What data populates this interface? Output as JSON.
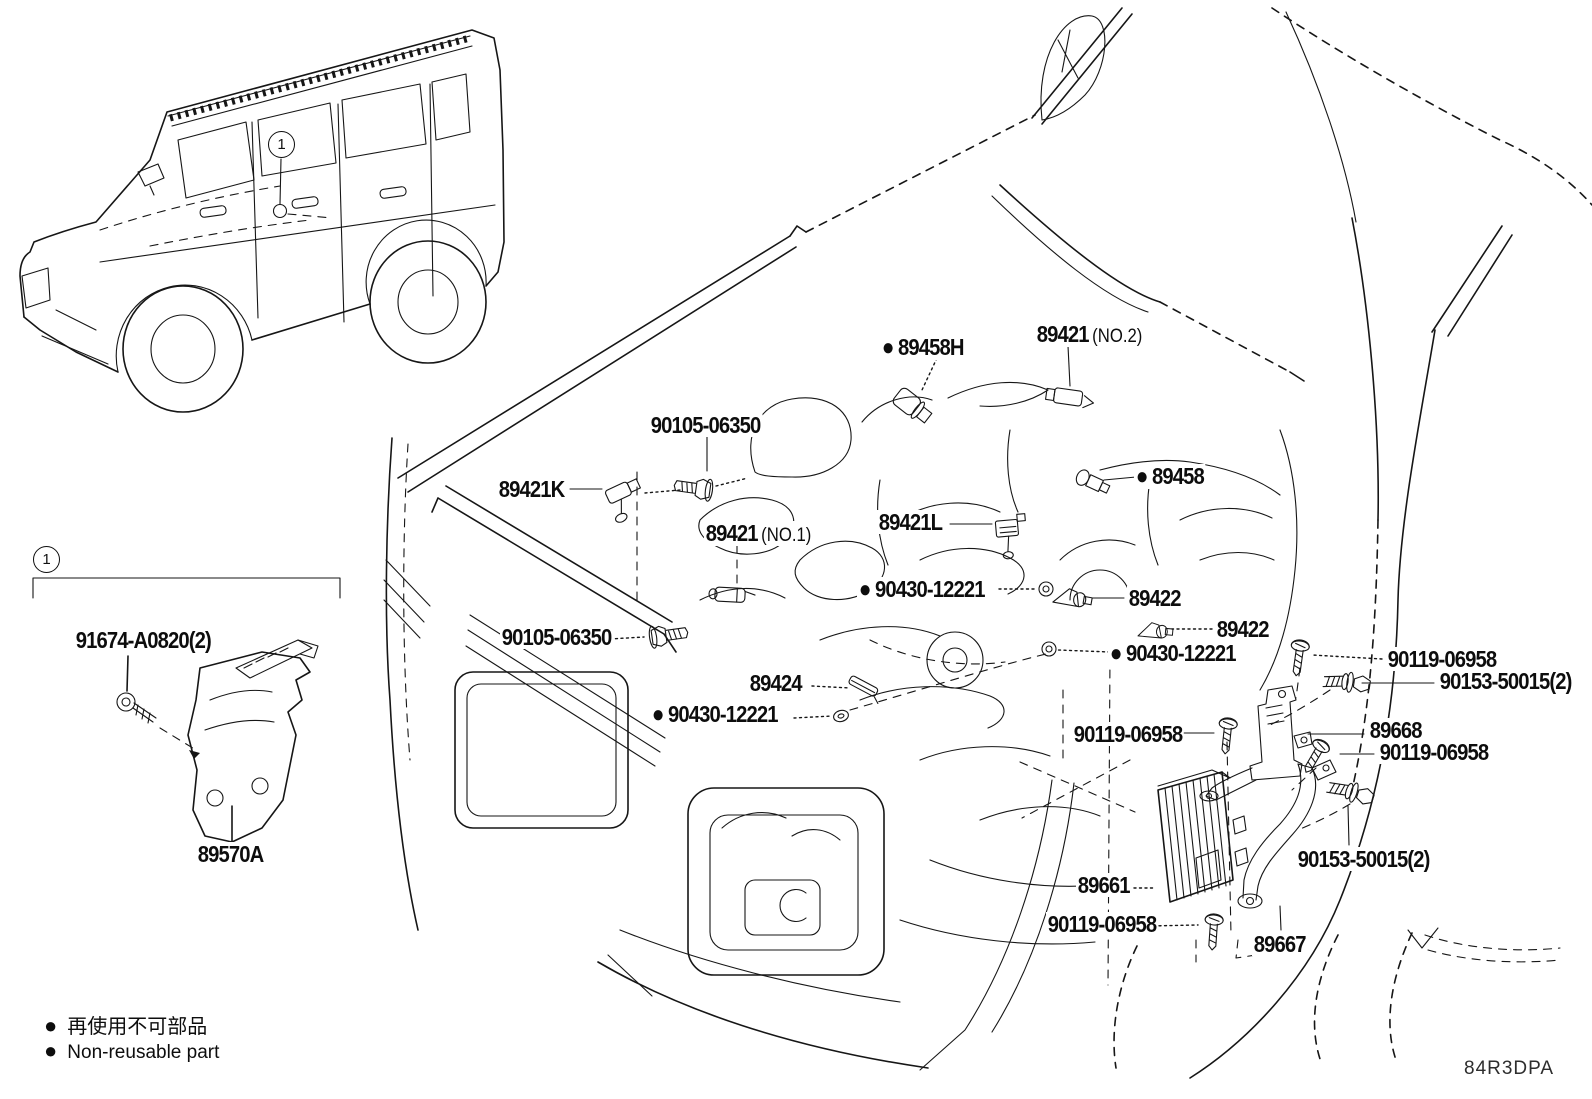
{
  "diagram": {
    "code": "84R3DPA"
  },
  "legend": {
    "bullet": "●",
    "jp": "再使用不可部品",
    "en": "Non-reusable part"
  },
  "callouts": {
    "vehicle": "1",
    "detail": "1"
  },
  "parts": {
    "p89458H": {
      "bullet": "●",
      "num": "89458H"
    },
    "p89421_no2": {
      "num": "89421",
      "qual": "(NO.2)"
    },
    "p90105_top": {
      "num": "90105-06350"
    },
    "p89421K": {
      "num": "89421K"
    },
    "p89458": {
      "bullet": "●",
      "num": "89458"
    },
    "p89421_no1": {
      "num": "89421",
      "qual": "(NO.1)"
    },
    "p89421L": {
      "num": "89421L"
    },
    "p90430_a": {
      "bullet": "●",
      "num": "90430-12221"
    },
    "p89422_a": {
      "num": "89422"
    },
    "p89422_b": {
      "num": "89422"
    },
    "p90430_b": {
      "bullet": "●",
      "num": "90430-12221"
    },
    "p90119_a": {
      "num": "90119-06958"
    },
    "p90153_a": {
      "num": "90153-50015(2)"
    },
    "p90105_b": {
      "num": "90105-06350"
    },
    "p89424": {
      "num": "89424"
    },
    "p90430_c": {
      "bullet": "●",
      "num": "90430-12221"
    },
    "p90119_b": {
      "num": "90119-06958"
    },
    "p89668": {
      "num": "89668"
    },
    "p90119_c": {
      "num": "90119-06958"
    },
    "p90153_b": {
      "num": "90153-50015(2)"
    },
    "p89661": {
      "num": "89661"
    },
    "p90119_d": {
      "num": "90119-06958"
    },
    "p89667": {
      "num": "89667"
    },
    "p91674": {
      "num": "91674-A0820(2)"
    },
    "p89570A": {
      "num": "89570A"
    }
  }
}
